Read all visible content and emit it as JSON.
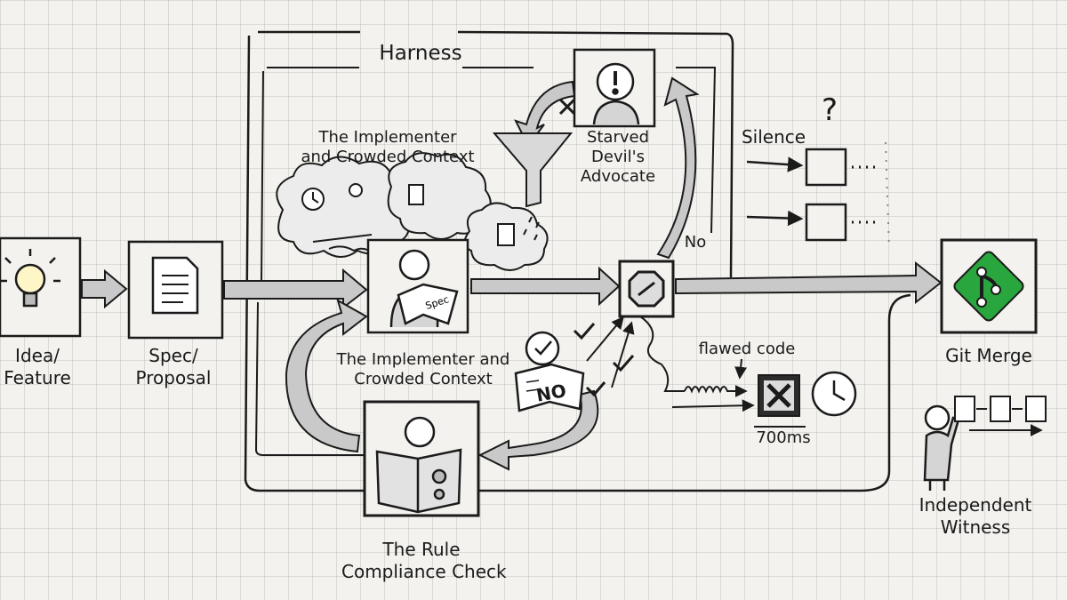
{
  "labels": {
    "harness": "Harness",
    "idea": [
      "Idea/",
      "Feature"
    ],
    "spec": [
      "Spec/",
      "Proposal"
    ],
    "implementer_top": [
      "The Implementer",
      "and Crowded Context"
    ],
    "implementer_bottom": [
      "The Implementer and",
      "Crowded Context"
    ],
    "devils_advocate": [
      "Starved",
      "Devil's",
      "Advocate"
    ],
    "silence": "Silence",
    "question_mark": "?",
    "no_arrow": "No",
    "no_sign": "NO",
    "spec_book": "Spec",
    "flawed_code": "flawed code",
    "timing": "700ms",
    "git_merge": "Git Merge",
    "witness": [
      "Independent",
      "Witness"
    ],
    "rule_check": [
      "The Rule",
      "Compliance Check"
    ]
  },
  "icons": [
    "lightbulb-icon",
    "document-icon",
    "person-reading-icon",
    "thought-cloud-icon",
    "funnel-icon",
    "worried-person-icon",
    "stop-sign-icon",
    "x-box-icon",
    "clock-icon",
    "git-merge-icon",
    "witness-person-icon",
    "rulebook-person-icon",
    "checkmark-icon"
  ],
  "colors": {
    "ink": "#1b1b1b",
    "paper": "#f3f2ee",
    "git_green": "#2aa63e",
    "shade": "#bdbdbd"
  }
}
